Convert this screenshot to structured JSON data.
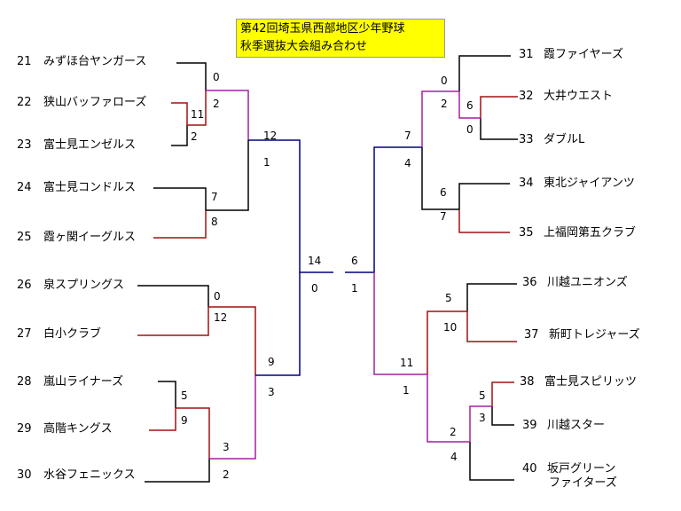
{
  "title": {
    "line1": "第42回埼玉県西部地区少年野球",
    "line2": "秋季選抜大会組み合わせ"
  },
  "colors": {
    "black": "#000000",
    "red": "#a01010",
    "purple": "#a020a0",
    "navy": "#000080",
    "title_bg": "#ffff00"
  },
  "teams": [
    {
      "id": "t21",
      "num": "21",
      "name": "みずほ台ヤンガース"
    },
    {
      "id": "t22",
      "num": "22",
      "name": "狭山バッファローズ"
    },
    {
      "id": "t23",
      "num": "23",
      "name": "富士見エンゼルス"
    },
    {
      "id": "t24",
      "num": "24",
      "name": "富士見コンドルス"
    },
    {
      "id": "t25",
      "num": "25",
      "name": "霞ヶ関イーグルス"
    },
    {
      "id": "t26",
      "num": "26",
      "name": "泉スプリングス"
    },
    {
      "id": "t27",
      "num": "27",
      "name": "白小クラブ"
    },
    {
      "id": "t28",
      "num": "28",
      "name": "嵐山ライナーズ"
    },
    {
      "id": "t29",
      "num": "29",
      "name": "高階キングス"
    },
    {
      "id": "t30",
      "num": "30",
      "name": "水谷フェニックス"
    },
    {
      "id": "t31",
      "num": "31",
      "name": "霞ファイヤーズ"
    },
    {
      "id": "t32",
      "num": "32",
      "name": "大井ウエスト"
    },
    {
      "id": "t33",
      "num": "33",
      "name": "ダブルL"
    },
    {
      "id": "t34",
      "num": "34",
      "name": "東北ジャイアンツ"
    },
    {
      "id": "t35",
      "num": "35",
      "name": "上福岡第五クラブ"
    },
    {
      "id": "t36",
      "num": "36",
      "name": "川越ユニオンズ"
    },
    {
      "id": "t37",
      "num": "37",
      "name": "新町トレジャーズ"
    },
    {
      "id": "t38",
      "num": "38",
      "name": "富士見スピリッツ"
    },
    {
      "id": "t39",
      "num": "39",
      "name": "川越スター"
    },
    {
      "id": "t40",
      "num": "40",
      "name": "坂戸グリーン",
      "name2": "ファイターズ"
    }
  ],
  "scores": [
    {
      "id": "s21",
      "value": "0"
    },
    {
      "id": "s22_23_a",
      "value": "11"
    },
    {
      "id": "s22_23_b",
      "value": "2"
    },
    {
      "id": "s2123_win",
      "value": "2"
    },
    {
      "id": "s24",
      "value": "7"
    },
    {
      "id": "s25",
      "value": "8"
    },
    {
      "id": "sqf1_top",
      "value": "12"
    },
    {
      "id": "sqf1_bot",
      "value": "1"
    },
    {
      "id": "s26",
      "value": "0"
    },
    {
      "id": "s27",
      "value": "12"
    },
    {
      "id": "s28",
      "value": "5"
    },
    {
      "id": "s29",
      "value": "9"
    },
    {
      "id": "s2829_win",
      "value": "3"
    },
    {
      "id": "s30",
      "value": "2"
    },
    {
      "id": "sqf2_top",
      "value": "9"
    },
    {
      "id": "sqf2_bot",
      "value": "3"
    },
    {
      "id": "ssf_left_top",
      "value": "14"
    },
    {
      "id": "ssf_left_bot",
      "value": "0"
    },
    {
      "id": "ssf_right_top",
      "value": "6"
    },
    {
      "id": "ssf_right_bot",
      "value": "1"
    },
    {
      "id": "s31",
      "value": "0"
    },
    {
      "id": "s3233_win",
      "value": "2"
    },
    {
      "id": "s32",
      "value": "6"
    },
    {
      "id": "s33",
      "value": "0"
    },
    {
      "id": "sqf3_top",
      "value": "7"
    },
    {
      "id": "sqf3_bot",
      "value": "4"
    },
    {
      "id": "s34",
      "value": "6"
    },
    {
      "id": "s35",
      "value": "7"
    },
    {
      "id": "s36",
      "value": "5"
    },
    {
      "id": "s37",
      "value": "10"
    },
    {
      "id": "sqf4_top",
      "value": "11"
    },
    {
      "id": "sqf4_bot",
      "value": "1"
    },
    {
      "id": "s38",
      "value": "5"
    },
    {
      "id": "s39",
      "value": "3"
    },
    {
      "id": "s3839_win",
      "value": "2"
    },
    {
      "id": "s40",
      "value": "4"
    }
  ]
}
